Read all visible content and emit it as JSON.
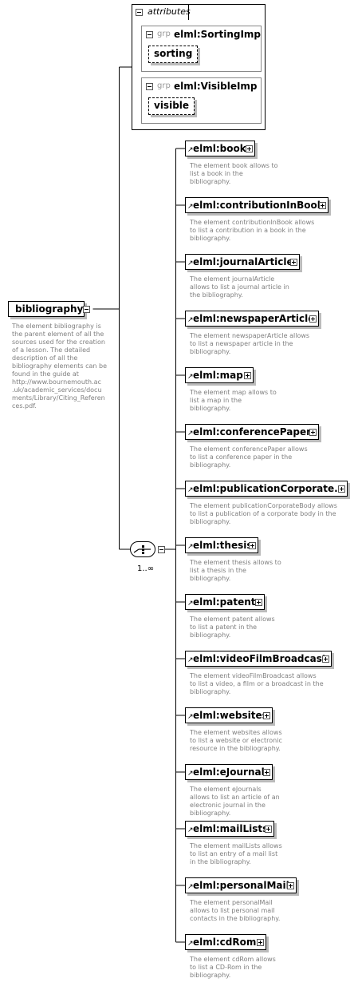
{
  "attributes": {
    "label": "attributes",
    "groups": [
      {
        "kind": "grp",
        "name": "elml:SortingImp",
        "attribute": "sorting"
      },
      {
        "kind": "grp",
        "name": "elml:VisibleImp",
        "attribute": "visible"
      }
    ]
  },
  "root": {
    "name": "bibliography",
    "description": [
      "The element bibliography is",
      "the parent element of all the",
      "sources used for the creation",
      "of a lesson. The detailed",
      "description of all the",
      "bibliography elements can be",
      "found in the guide at",
      "http://www.bournemouth.ac",
      ".uk/academic_services/docu",
      "ments/Library/Citing_Referen",
      "ces.pdf."
    ]
  },
  "sequence": {
    "cardinality": "1..∞"
  },
  "elements": [
    {
      "name": "elml:book",
      "description": [
        "The element book allows to",
        "list a book in the",
        "bibliography."
      ]
    },
    {
      "name": "elml:contributionInBook",
      "description": [
        "The element contributionInBook allows",
        "to list a contribution in a book in the",
        "bibliography."
      ]
    },
    {
      "name": "elml:journalArticle",
      "description": [
        "The element journalArticle",
        "allows to list a journal article in",
        "the bibliography."
      ]
    },
    {
      "name": "elml:newspaperArticle",
      "description": [
        "The element newspaperArticle allows",
        "to list a newspaper article in the",
        "bibliography."
      ]
    },
    {
      "name": "elml:map",
      "description": [
        "The element map allows to",
        "list a map in the",
        "bibliography."
      ]
    },
    {
      "name": "elml:conferencePaper",
      "description": [
        "The element conferencePaper allows",
        "to list a conference paper in the",
        "bibliography."
      ]
    },
    {
      "name": "elml:publicationCorporate...",
      "description": [
        "The element publicationCorporateBody allows",
        "to list a publication of a corporate body in the",
        "bibliography."
      ]
    },
    {
      "name": "elml:thesis",
      "description": [
        "The element thesis allows to",
        "list a thesis in the",
        "bibliography."
      ]
    },
    {
      "name": "elml:patent",
      "description": [
        "The element patent allows",
        "to list a patent in the",
        "bibliography."
      ]
    },
    {
      "name": "elml:videoFilmBroadcast",
      "description": [
        "The element videoFilmBroadcast allows",
        "to list a video, a film or a broadcast in the",
        "bibliography."
      ]
    },
    {
      "name": "elml:websites",
      "description": [
        "The element websites allows",
        "to list a website or electronic",
        "resource in the bibliography."
      ]
    },
    {
      "name": "elml:eJournals",
      "description": [
        "The element eJournals",
        "allows to list an article of an",
        "electronic journal in the",
        "bibliography."
      ]
    },
    {
      "name": "elml:mailLists",
      "description": [
        "The element mailLists allows",
        "to list an entry of a mail list",
        "in the bibliography."
      ]
    },
    {
      "name": "elml:personalMail",
      "description": [
        "The element personalMail",
        "allows to list personal mail",
        "contacts in the bibliography."
      ]
    },
    {
      "name": "elml:cdRom",
      "description": [
        "The element cdRom allows",
        "to list a CD-Rom in the",
        "bibliography."
      ]
    }
  ]
}
